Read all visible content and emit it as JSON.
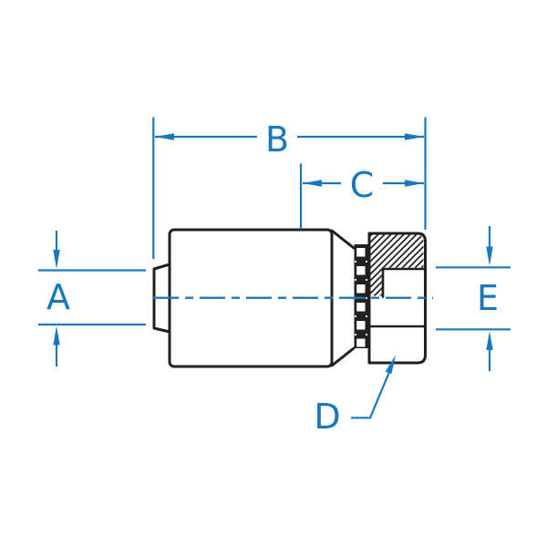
{
  "diagram": {
    "kind": "technical-dimension-drawing",
    "labels": {
      "a": "A",
      "b": "B",
      "c": "C",
      "d": "D",
      "e": "E"
    },
    "colors": {
      "dimension_blue": "#1878be",
      "outline_black": "#231f20",
      "background": "#ffffff"
    }
  }
}
